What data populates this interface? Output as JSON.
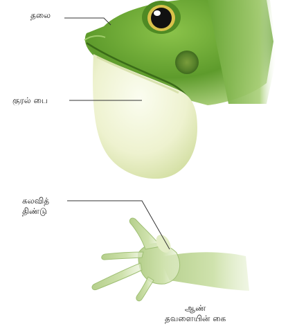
{
  "labels": {
    "head": "தலை",
    "vocal_sac": "குரல் பை",
    "nuptial_pad_line1": "கலவித்",
    "nuptial_pad_line2": "திண்டு",
    "caption_line1": "ஆண்",
    "caption_line2": "தவளையின் கை"
  },
  "colors": {
    "skin_green": "#5e9b2c",
    "dark_green": "#3f7a1c",
    "sac_cream": "#eef2cf",
    "hand_green": "#c6dba4",
    "line": "#333333"
  }
}
